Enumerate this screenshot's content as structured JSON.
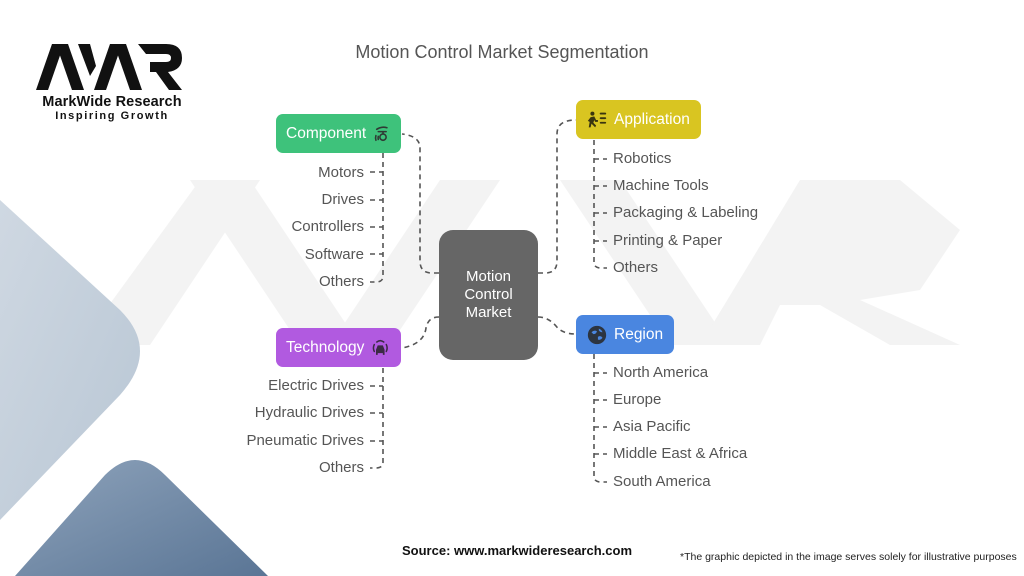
{
  "logo": {
    "mark": "MWR",
    "name": "MarkWide Research",
    "tagline": "Inspiring Growth"
  },
  "title": "Motion Control Market Segmentation",
  "center": {
    "label": "Motion Control Market",
    "color": "#666666"
  },
  "segments": [
    {
      "id": "component",
      "label": "Component",
      "icon": "gear-hand-icon",
      "color": "#3ec27b",
      "side": "left",
      "items": [
        "Motors",
        "Drives",
        "Controllers",
        "Software",
        "Others"
      ]
    },
    {
      "id": "technology",
      "label": "Technology",
      "icon": "car-signal-icon",
      "color": "#b15ae0",
      "side": "left",
      "items": [
        "Electric Drives",
        "Hydraulic Drives",
        "Pneumatic Drives",
        "Others"
      ]
    },
    {
      "id": "application",
      "label": "Application",
      "icon": "running-person-list-icon",
      "color": "#d9c521",
      "side": "right",
      "items": [
        "Robotics",
        "Machine Tools",
        "Packaging & Labeling",
        "Printing & Paper",
        "Others"
      ]
    },
    {
      "id": "region",
      "label": "Region",
      "icon": "globe-icon",
      "color": "#4a86e0",
      "side": "right",
      "items": [
        "North America",
        "Europe",
        "Asia Pacific",
        "Middle East & Africa",
        "South America"
      ]
    }
  ],
  "footer": {
    "source": "Source: www.markwideresearch.com",
    "note": "*The graphic depicted in the image serves solely for illustrative purposes"
  }
}
